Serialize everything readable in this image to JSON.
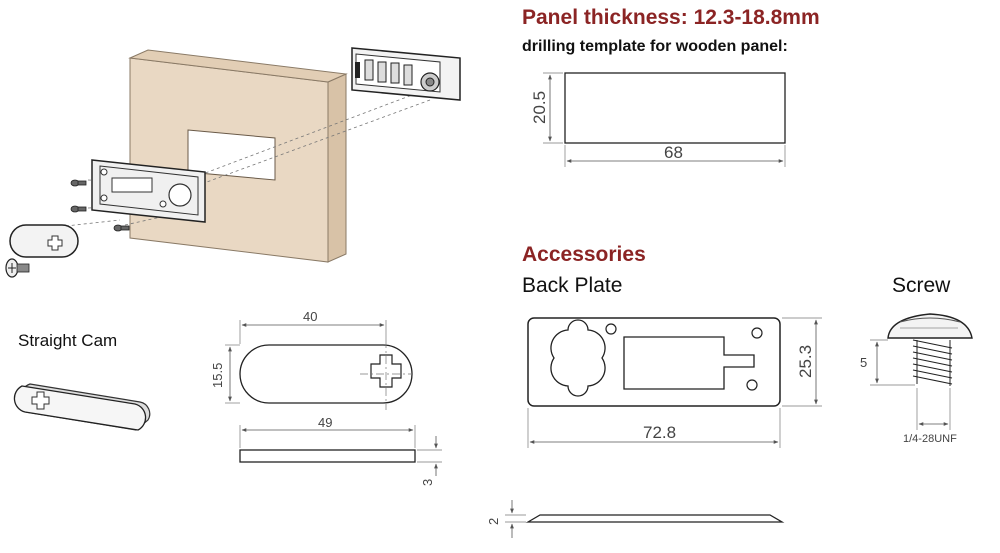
{
  "headings": {
    "panel_thickness": "Panel thickness: 12.3-18.8mm",
    "drilling_template": "drilling template for wooden panel:",
    "accessories": "Accessories",
    "back_plate": "Back Plate",
    "screw": "Screw",
    "straight_cam": "Straight Cam"
  },
  "dimensions": {
    "template_height": "20.5",
    "template_width": "68",
    "cam_length_top": "40",
    "cam_height": "15.5",
    "cam_length_side": "49",
    "cam_thickness": "3",
    "back_plate_height": "25.3",
    "back_plate_width": "72.8",
    "back_plate_thickness": "2",
    "screw_length": "5",
    "screw_thread": "1/4-28UNF"
  },
  "colors": {
    "heading_red": "#8b2424",
    "panel_front": "#e9d8c3",
    "panel_side": "#d8c2a7",
    "line": "#555555"
  }
}
